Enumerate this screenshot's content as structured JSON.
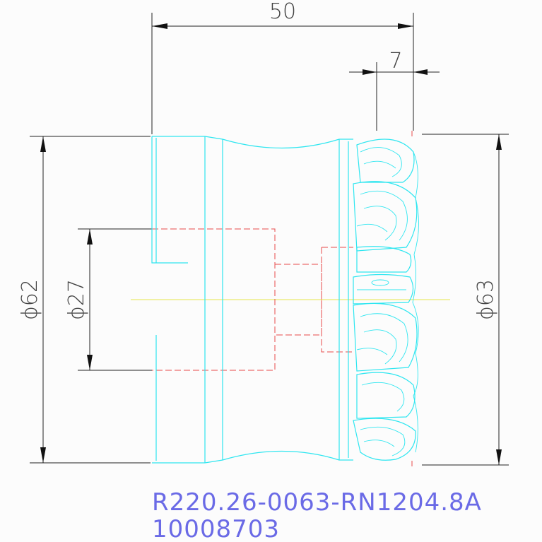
{
  "dimensions": {
    "overall_length": "50",
    "insert_offset": "7",
    "body_diameter": "ϕ62",
    "bore_diameter": "ϕ27",
    "cutting_diameter": "ϕ63"
  },
  "part": {
    "designation": "R220.26-0063-RN1204.8A",
    "item_number": "10008703"
  },
  "colors": {
    "body_outline": "#2fe6f0",
    "hidden_lines": "#e84a4a",
    "centre_line": "#e6e64a",
    "dimension_lines": "#222222",
    "part_text": "#6a6ae6"
  }
}
